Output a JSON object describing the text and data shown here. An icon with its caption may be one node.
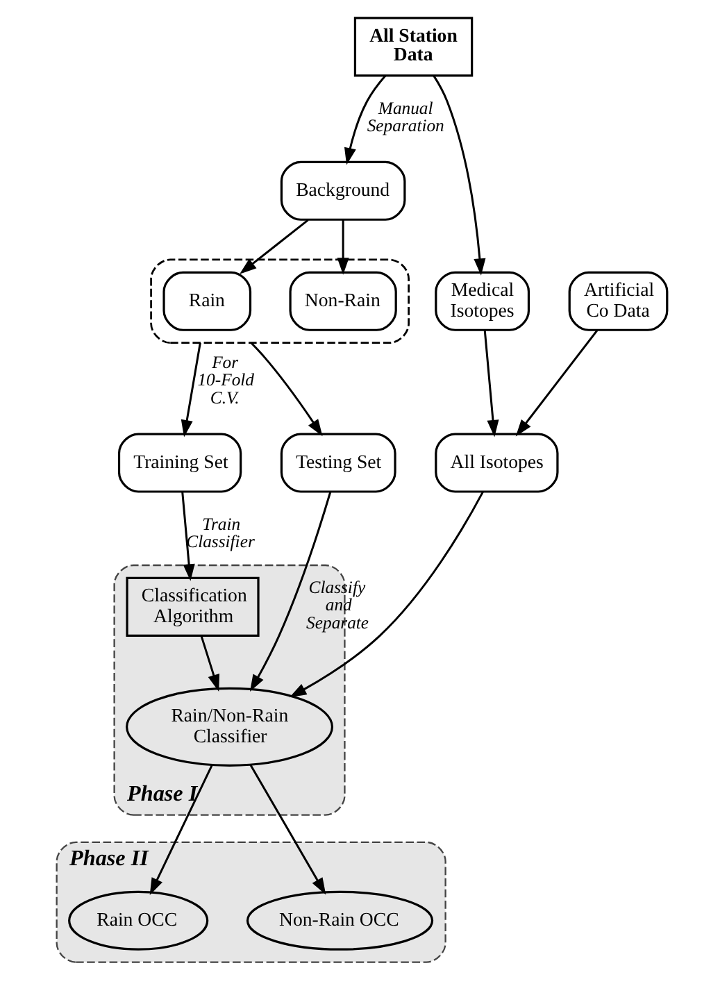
{
  "diagram": {
    "nodes": [
      {
        "text": [
          "All Station Data"
        ]
      },
      {
        "text": [
          "Background"
        ]
      },
      {
        "text": [
          "Medical Isotopes"
        ]
      },
      {
        "text": [],
        "shape": "box"
      },
      {
        "text": [
          "Rain"
        ],
        "in": 3
      },
      {
        "text": [
          "Non-Rain"
        ],
        "in": 3
      },
      {
        "text": [
          "Artificial Co Data"
        ]
      },
      {
        "text": [
          "Training Set"
        ]
      },
      {
        "text": [
          "Testing Set"
        ]
      },
      {
        "text": [
          "All Isotopes"
        ]
      },
      {
        "text": [
          "Phase I"
        ]
      },
      {
        "text": [
          "Classification Algorithm"
        ],
        "in": 10
      },
      {
        "text": [
          "Rain/Non-Rain Classifier"
        ],
        "in": 10
      },
      {
        "text": [
          "Phase II"
        ]
      },
      {
        "text": [
          "Rain OCC"
        ],
        "in": 13
      },
      {
        "text": [
          "Non-Rain OCC"
        ],
        "in": 13
      }
    ],
    "edges": [
      {
        "from": 0,
        "to": 1,
        "arrow": "to",
        "label": "Manual Separation"
      },
      {
        "from": 0,
        "to": 2,
        "arrow": "to"
      },
      {
        "from": 1,
        "to": 4,
        "arrow": "to"
      },
      {
        "from": 1,
        "to": 5,
        "arrow": "to"
      },
      {
        "from": 3,
        "to": 7,
        "arrow": "to",
        "label": "For 10-Fold C.V."
      },
      {
        "from": 3,
        "to": 8,
        "arrow": "to"
      },
      {
        "from": 2,
        "to": 9,
        "arrow": "to"
      },
      {
        "from": 6,
        "to": 9,
        "arrow": "to"
      },
      {
        "from": 7,
        "to": 11,
        "arrow": "to",
        "label": "Train Classifier"
      },
      {
        "from": 8,
        "to": 12,
        "arrow": "to",
        "label": "Classify and Separate"
      },
      {
        "from": 9,
        "to": 12,
        "arrow": "to"
      },
      {
        "from": 11,
        "to": 12,
        "arrow": "to"
      },
      {
        "from": 12,
        "to": 14,
        "arrow": "to"
      },
      {
        "from": 12,
        "to": 15,
        "arrow": "to"
      }
    ]
  }
}
